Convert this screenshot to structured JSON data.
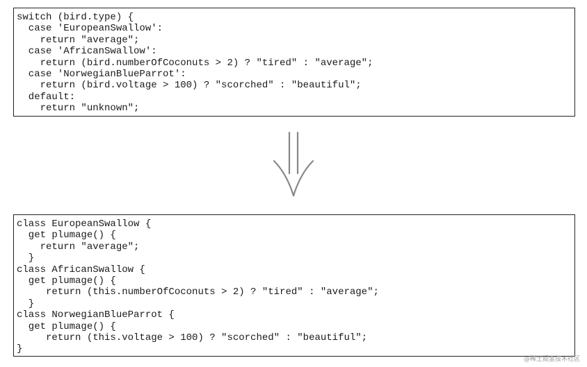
{
  "colors": {
    "border": "#222222",
    "text": "#1a1a1a",
    "arrow": "#888888",
    "watermark": "#9a9a9a"
  },
  "before_code": {
    "lines": [
      "switch (bird.type) {",
      "  case 'EuropeanSwallow':",
      "    return \"average\";",
      "  case 'AfricanSwallow':",
      "    return (bird.numberOfCoconuts > 2) ? \"tired\" : \"average\";",
      "  case 'NorwegianBlueParrot':",
      "    return (bird.voltage > 100) ? \"scorched\" : \"beautiful\";",
      "  default:",
      "    return \"unknown\";"
    ]
  },
  "arrow": {
    "icon": "double-down-arrow-icon"
  },
  "after_code": {
    "lines": [
      "class EuropeanSwallow {",
      "  get plumage() {",
      "    return \"average\";",
      "  }",
      "class AfricanSwallow {",
      "  get plumage() {",
      "     return (this.numberOfCoconuts > 2) ? \"tired\" : \"average\";",
      "  }",
      "class NorwegianBlueParrot {",
      "  get plumage() {",
      "     return (this.voltage > 100) ? \"scorched\" : \"beautiful\";",
      "}"
    ]
  },
  "watermark": {
    "text": "@稀土掘金技术社区"
  }
}
